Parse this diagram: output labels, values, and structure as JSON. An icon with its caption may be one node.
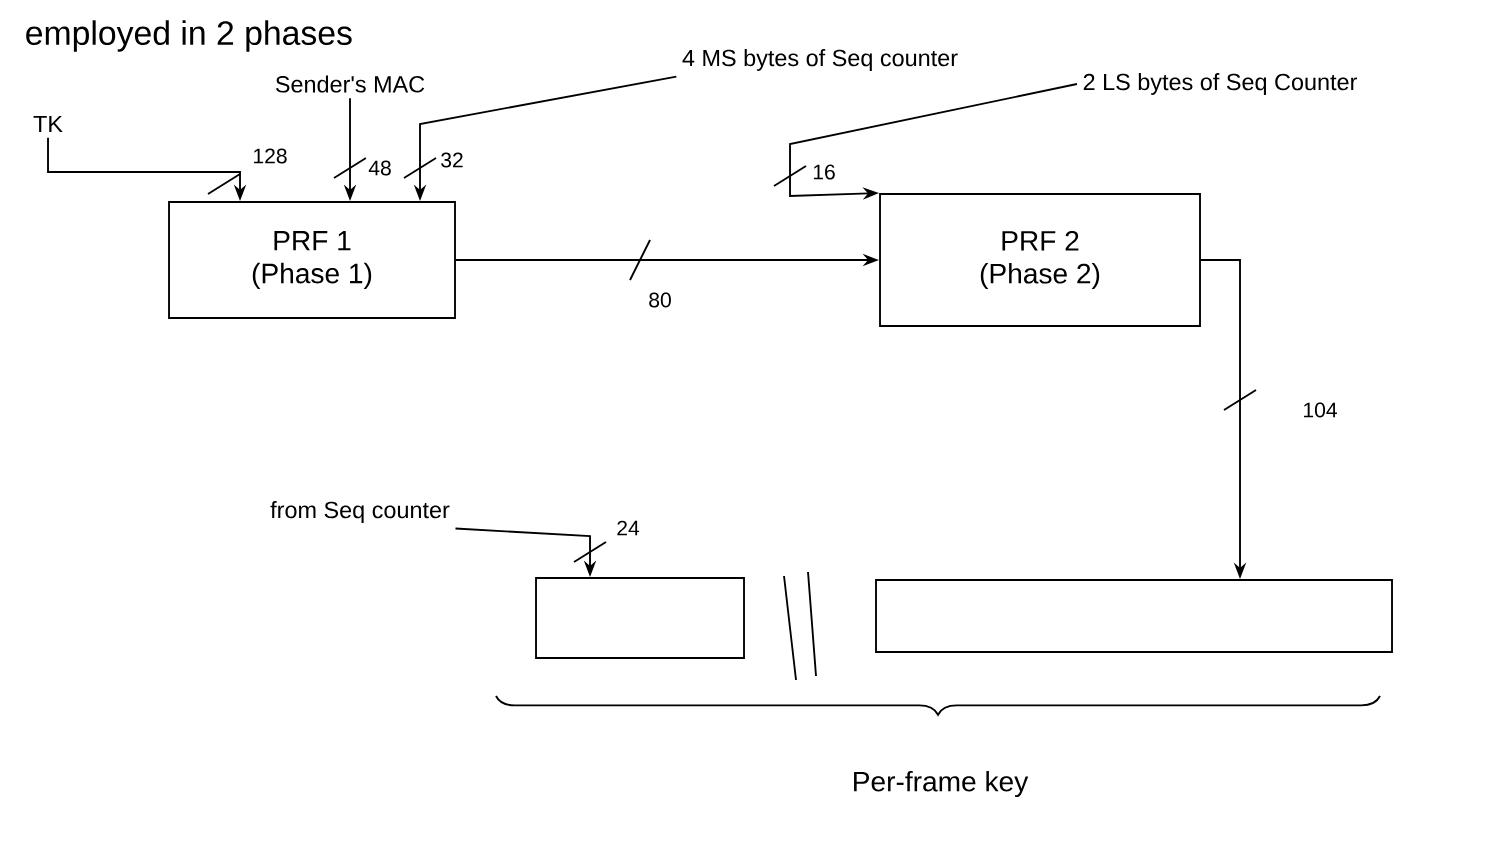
{
  "diagram": {
    "title": "employed in 2 phases",
    "nodes": [
      {
        "text": [
          "TK"
        ]
      },
      {
        "text": [
          "Sender's MAC"
        ]
      },
      {
        "text": [
          "4 MS bytes of Seq counter"
        ]
      },
      {
        "text": [
          "PRF 1",
          "(Phase 1)"
        ]
      },
      {
        "text": [
          "2 LS bytes of Seq Counter"
        ]
      },
      {
        "text": [
          "PRF 2",
          "(Phase 2)"
        ]
      },
      {
        "text": [
          "from Seq counter"
        ]
      },
      {
        "text": [],
        "shape": "bar"
      },
      {
        "text": [],
        "shape": "bar"
      }
    ],
    "edges": [
      {
        "from": 0,
        "to": 3,
        "arrow": "to",
        "label": "128"
      },
      {
        "from": 1,
        "to": 3,
        "arrow": "to",
        "label": "48"
      },
      {
        "from": 2,
        "to": 3,
        "arrow": "to",
        "label": "32"
      },
      {
        "from": 3,
        "to": 5,
        "arrow": "to",
        "label": "80"
      },
      {
        "from": 4,
        "to": 5,
        "arrow": "to",
        "label": "16"
      },
      {
        "from": 5,
        "to": 8,
        "arrow": "to",
        "label": "104"
      },
      {
        "from": 6,
        "to": 7,
        "arrow": "to",
        "label": "24"
      }
    ],
    "labels": [
      "Per-frame key"
    ]
  }
}
